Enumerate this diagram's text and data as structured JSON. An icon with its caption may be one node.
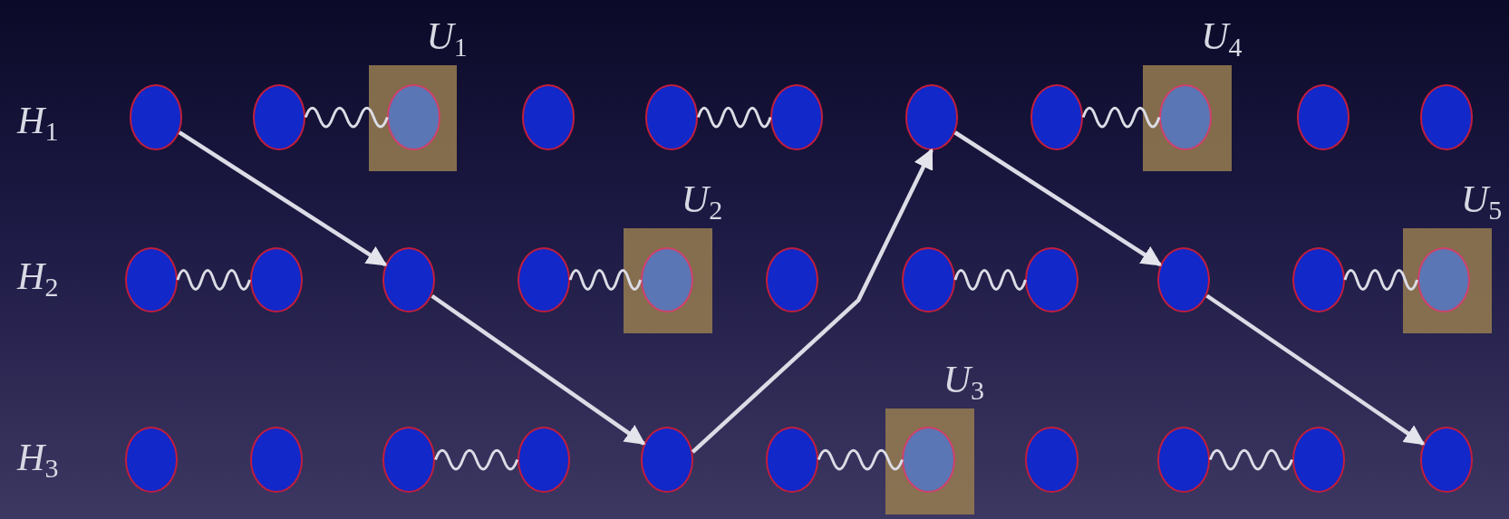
{
  "diagram": {
    "nodes": [
      {
        "text": [],
        "shape": "circle"
      },
      {
        "text": [],
        "shape": "circle"
      },
      {
        "text": [],
        "shape": "box",
        "beside": [
          "U$_{1}$"
        ]
      },
      {
        "text": [],
        "shape": "circle",
        "in": 2
      },
      {
        "text": [],
        "shape": "circle"
      },
      {
        "text": [],
        "shape": "circle"
      },
      {
        "text": [],
        "shape": "circle"
      },
      {
        "text": [],
        "shape": "circle"
      },
      {
        "text": [],
        "shape": "circle"
      },
      {
        "text": [],
        "shape": "box",
        "beside": [
          "U$_{4}$"
        ]
      },
      {
        "text": [],
        "shape": "circle",
        "in": 9
      },
      {
        "text": [],
        "shape": "circle"
      },
      {
        "text": [],
        "shape": "circle"
      },
      {
        "text": [],
        "shape": "circle"
      },
      {
        "text": [],
        "shape": "circle"
      },
      {
        "text": [],
        "shape": "circle"
      },
      {
        "text": [],
        "shape": "circle"
      },
      {
        "text": [],
        "shape": "box",
        "beside": [
          "U$_{2}$"
        ]
      },
      {
        "text": [],
        "shape": "circle",
        "in": 17
      },
      {
        "text": [],
        "shape": "circle"
      },
      {
        "text": [],
        "shape": "circle"
      },
      {
        "text": [],
        "shape": "circle"
      },
      {
        "text": [],
        "shape": "circle"
      },
      {
        "text": [],
        "shape": "circle"
      },
      {
        "text": [],
        "shape": "box",
        "beside": [
          "U$_{5}$"
        ]
      },
      {
        "text": [],
        "shape": "circle",
        "in": 24
      },
      {
        "text": [],
        "shape": "circle"
      },
      {
        "text": [],
        "shape": "circle"
      },
      {
        "text": [],
        "shape": "circle"
      },
      {
        "text": [],
        "shape": "circle"
      },
      {
        "text": [],
        "shape": "circle"
      },
      {
        "text": [],
        "shape": "circle"
      },
      {
        "text": [],
        "shape": "box",
        "beside": [
          "U$_{3}$"
        ]
      },
      {
        "text": [],
        "shape": "circle",
        "in": 32
      },
      {
        "text": [],
        "shape": "circle"
      },
      {
        "text": [],
        "shape": "circle"
      },
      {
        "text": [],
        "shape": "circle"
      },
      {
        "text": [],
        "shape": "circle"
      }
    ],
    "edges": [
      {
        "from": 1,
        "to": 3,
        "arrow": "none"
      },
      {
        "from": 5,
        "to": 6,
        "arrow": "none"
      },
      {
        "from": 8,
        "to": 10,
        "arrow": "none"
      },
      {
        "from": 13,
        "to": 14,
        "arrow": "none"
      },
      {
        "from": 16,
        "to": 18,
        "arrow": "none"
      },
      {
        "from": 20,
        "to": 21,
        "arrow": "none"
      },
      {
        "from": 23,
        "to": 25,
        "arrow": "none"
      },
      {
        "from": 28,
        "to": 29,
        "arrow": "none"
      },
      {
        "from": 31,
        "to": 33,
        "arrow": "none"
      },
      {
        "from": 35,
        "to": 36,
        "arrow": "none"
      },
      {
        "from": 0,
        "to": 15,
        "arrow": "to"
      },
      {
        "from": 15,
        "to": 30,
        "arrow": "to"
      },
      {
        "from": 30,
        "to": 7,
        "arrow": "to"
      },
      {
        "from": 7,
        "to": 22,
        "arrow": "to"
      },
      {
        "from": 22,
        "to": 37,
        "arrow": "to"
      }
    ],
    "labels": [
      "H$_{1}$",
      "H$_{2}$",
      "H$_{3}$"
    ]
  }
}
